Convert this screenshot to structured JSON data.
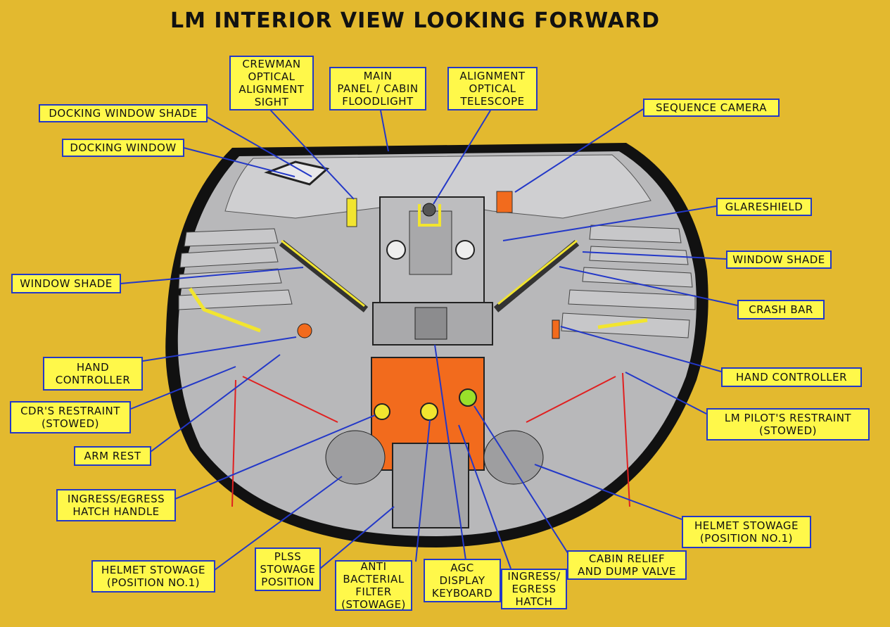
{
  "title": "LM INTERIOR VIEW LOOKING FORWARD",
  "labels": {
    "crewman_optical_alignment_sight": "CREWMAN\nOPTICAL\nALIGNMENT\nSIGHT",
    "main_panel_cabin_floodlight": "MAIN\nPANEL / CABIN\nFLOODLIGHT",
    "alignment_optical_telescope": "ALIGNMENT\nOPTICAL\nTELESCOPE",
    "docking_window_shade": "DOCKING WINDOW SHADE",
    "docking_window": "DOCKING WINDOW",
    "sequence_camera": "SEQUENCE CAMERA",
    "glareshield": "GLARESHIELD",
    "window_shade_right": "WINDOW SHADE",
    "window_shade_left": "WINDOW SHADE",
    "crash_bar": "CRASH BAR",
    "hand_controller_left": "HAND\nCONTROLLER",
    "hand_controller_right": "HAND CONTROLLER",
    "cdr_restraint": "CDR'S RESTRAINT\n(STOWED)",
    "lm_pilot_restraint": "LM PILOT'S RESTRAINT\n(STOWED)",
    "arm_rest": "ARM REST",
    "ingress_egress_hatch_handle": "INGRESS/EGRESS\nHATCH HANDLE",
    "helmet_stowage_right": "HELMET STOWAGE\n(POSITION NO.1)",
    "helmet_stowage_left": "HELMET STOWAGE\n(POSITION NO.1)",
    "plss_stowage_position": "PLSS\nSTOWAGE\nPOSITION",
    "anti_bacterial_filter": "ANTI\nBACTERIAL\nFILTER\n(STOWAGE)",
    "agc_display_keyboard": "AGC\nDISPLAY\nKEYBOARD",
    "ingress_egress_hatch": "INGRESS/\nEGRESS\nHATCH",
    "cabin_relief_dump_valve": "CABIN RELIEF\nAND DUMP VALVE"
  },
  "colors": {
    "background": "#E3B92F",
    "label_fill": "#FFF84A",
    "label_border": "#2338C8",
    "leader_line": "#2338C8",
    "cabin_gray": "#B8B8BA",
    "cabin_outline": "#111111",
    "hatch_orange": "#F26B1D",
    "restraint_red": "#E02020"
  }
}
